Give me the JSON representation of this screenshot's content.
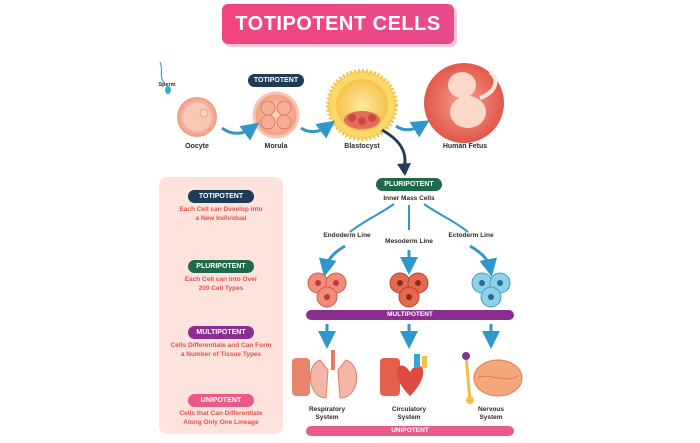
{
  "title": "TOTIPOTENT CELLS",
  "top": {
    "sperm_label": "Sperm",
    "totipotent_tag": "TOTIPOTENT",
    "stages": [
      "Oocyte",
      "Morula",
      "Blastocyst",
      "Human Fetus"
    ]
  },
  "legend": {
    "items": [
      {
        "tag": "TOTIPOTENT",
        "desc_lines": [
          "Each Cell can Develop into",
          "a New Individual"
        ]
      },
      {
        "tag": "PLURIPOTENT",
        "desc_lines": [
          "Each Cell can into Over",
          "200 Cell Types"
        ]
      },
      {
        "tag": "MULTIPOTENT",
        "desc_lines": [
          "Cells Differentiate and Can Form",
          "a Number of Tissue Types"
        ]
      },
      {
        "tag": "UNIPOTENT",
        "desc_lines": [
          "Cells that Can Differentiate",
          "Along Only One Lineage"
        ]
      }
    ]
  },
  "tree": {
    "pluripotent_tag": "PLURIPOTENT",
    "inner_mass": "Inner Mass Cells",
    "lines": [
      "Endoderm Line",
      "Mesoderm Line",
      "Ectoderm Line"
    ],
    "multipotent_bar": "MULTIPOTENT",
    "systems": [
      [
        "Respiratory",
        "System"
      ],
      [
        "Circulatory",
        "System"
      ],
      [
        "Nervous",
        "System"
      ]
    ],
    "unipotent_bar": "UNIPOTENT"
  },
  "colors": {
    "arrow": "#2f97c9",
    "title_pink": "#f0457f",
    "navy": "#1f3b55",
    "green": "#1e6a4a",
    "purple": "#8a2f8f"
  }
}
